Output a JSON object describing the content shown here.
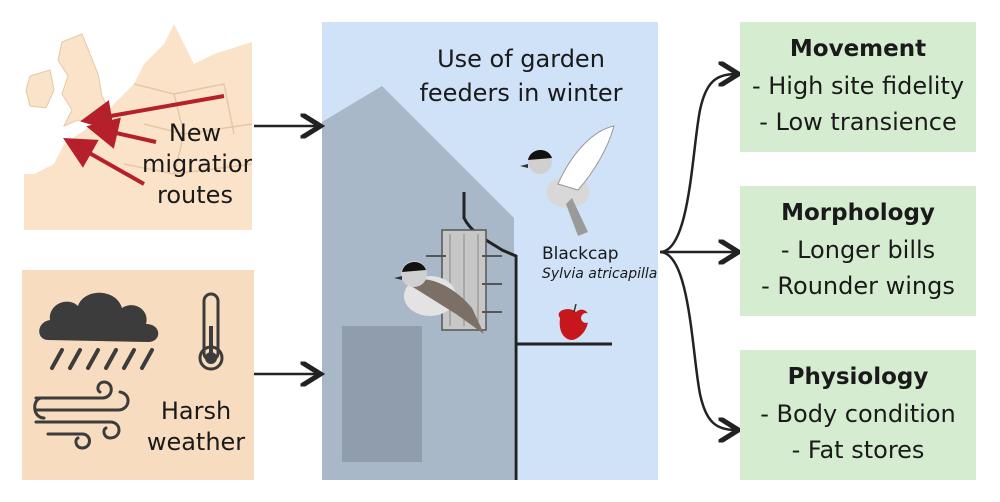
{
  "left": {
    "migration_label": [
      "New",
      "migration",
      "routes"
    ],
    "weather_label": [
      "Harsh",
      "weather"
    ]
  },
  "center": {
    "title": [
      "Use of garden",
      "feeders in winter"
    ],
    "species_common": "Blackcap",
    "species_latin": "Sylvia atricapilla"
  },
  "outcomes": [
    {
      "heading": "Movement",
      "items": [
        "- High site fidelity",
        "- Low transience"
      ]
    },
    {
      "heading": "Morphology",
      "items": [
        "- Longer bills",
        "- Rounder wings"
      ]
    },
    {
      "heading": "Physiology",
      "items": [
        "- Body condition",
        "- Fat stores"
      ]
    }
  ],
  "colors": {
    "map_land": "#fbe3c9",
    "weather_bg": "#f8dcc0",
    "center_bg": "#cfe2f7",
    "outcome_bg": "#d6ecd0",
    "route_arrow": "#b5202a",
    "cloud": "#3c3c3c"
  },
  "icons": [
    "map-icon",
    "rain-cloud-icon",
    "thermometer-icon",
    "wind-icon",
    "house-icon",
    "bird-feeder-icon",
    "apple-icon",
    "blackcap-bird-icon"
  ]
}
